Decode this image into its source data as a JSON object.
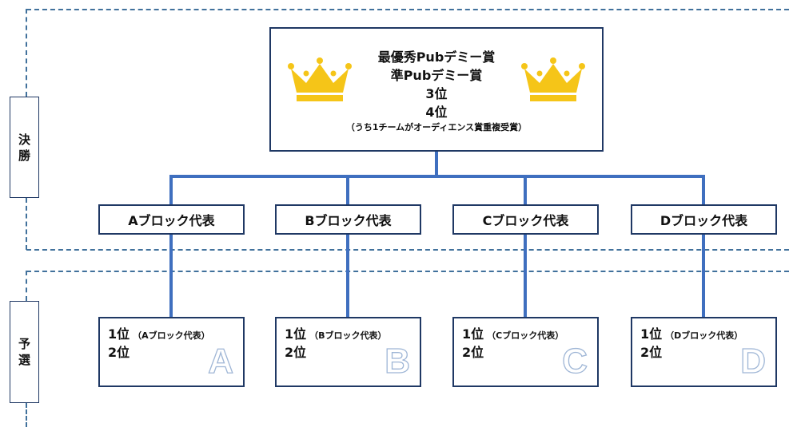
{
  "stages": {
    "final": [
      "決",
      "勝"
    ],
    "prelim": [
      "予",
      "選"
    ]
  },
  "awards": {
    "line1": "最優秀Pubデミー賞",
    "line2": "準Pubデミー賞",
    "line3": "3位",
    "line4": "4位",
    "note": "（うち1チームがオーディエンス賞重複受賞）"
  },
  "blocks": [
    {
      "rep": "Aブロック代表",
      "rank1": "1位",
      "rank1_note": "（Aブロック代表）",
      "rank2": "2位",
      "letter": "A"
    },
    {
      "rep": "Bブロック代表",
      "rank1": "1位",
      "rank1_note": "（Bブロック代表）",
      "rank2": "2位",
      "letter": "B"
    },
    {
      "rep": "Cブロック代表",
      "rank1": "1位",
      "rank1_note": "（Cブロック代表）",
      "rank2": "2位",
      "letter": "C"
    },
    {
      "rep": "Dブロック代表",
      "rank1": "1位",
      "rank1_note": "（Dブロック代表）",
      "rank2": "2位",
      "letter": "D"
    }
  ],
  "icons": [
    "crown-icon",
    "crown-icon"
  ],
  "colors": {
    "border": "#1F3864",
    "connector": "#3F6FBF",
    "dashed": "#41719C",
    "crown": "#F5C518"
  }
}
